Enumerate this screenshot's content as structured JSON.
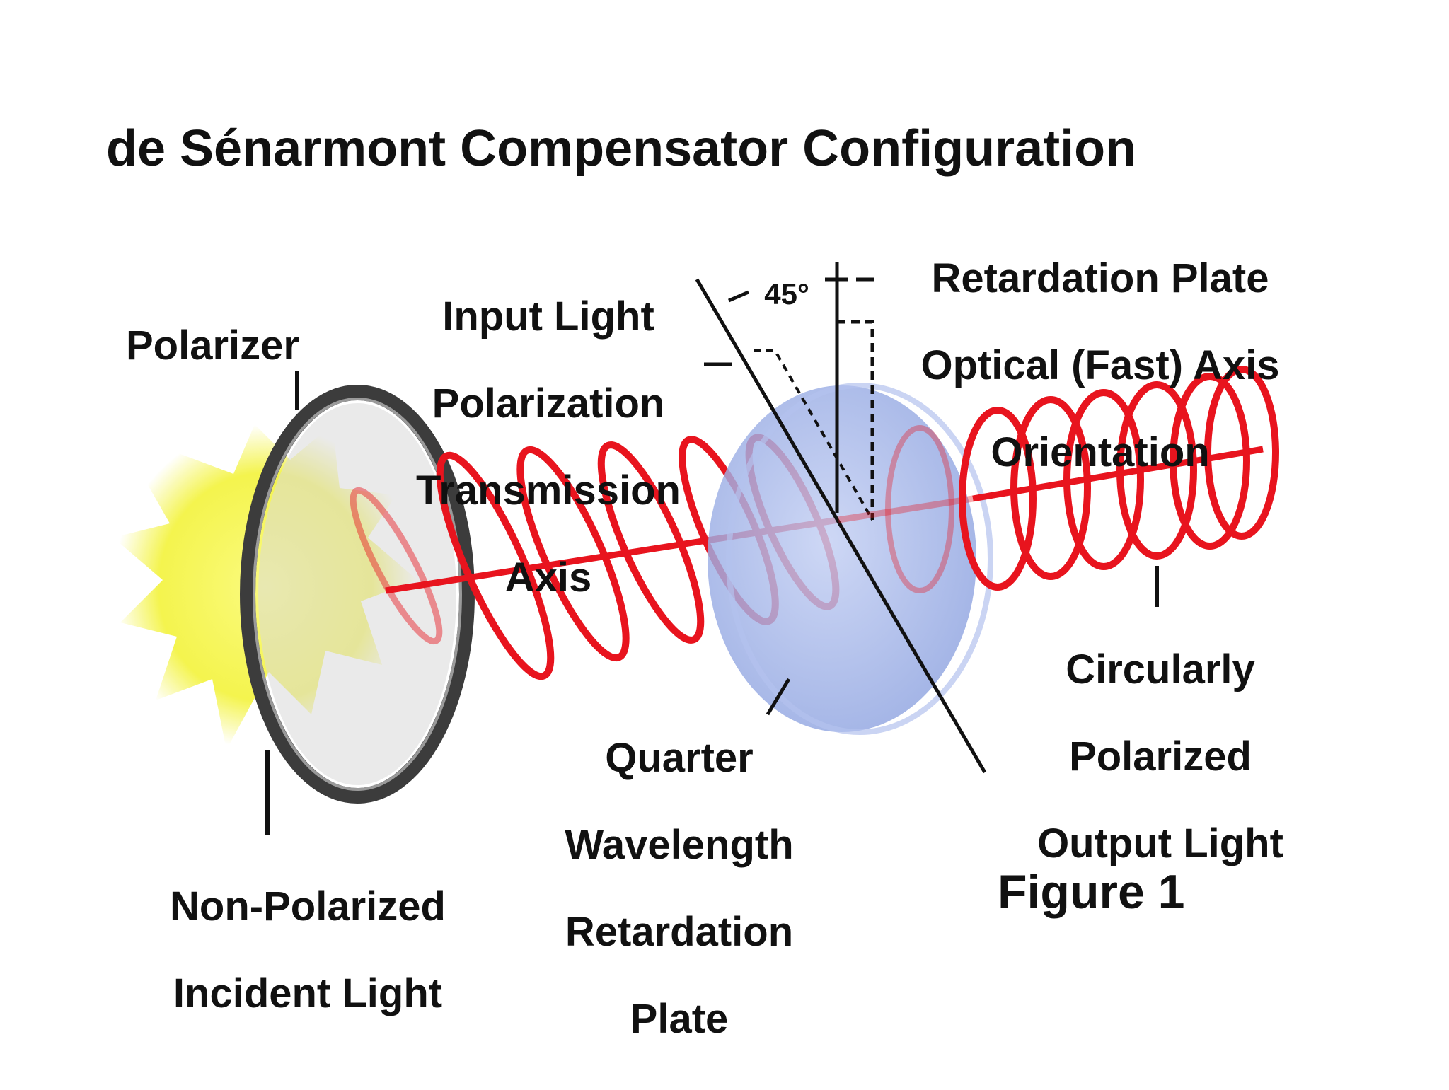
{
  "title": "de Sénarmont Compensator Configuration",
  "figure_label": "Figure 1",
  "labels": {
    "polarizer": "Polarizer",
    "input_axis": [
      "Input Light",
      "Polarization",
      "Transmission",
      "Axis"
    ],
    "retardation_axis": [
      "Retardation Plate",
      "Optical (Fast) Axis",
      "Orientation"
    ],
    "angle": "45°",
    "quarter_plate": [
      "Quarter",
      "Wavelength",
      "Retardation",
      "Plate"
    ],
    "circular_output": [
      "Circularly",
      "Polarized",
      "Output Light"
    ],
    "incident_light": [
      "Non-Polarized",
      "Incident Light"
    ]
  },
  "colors": {
    "light_wave": "#e8141e",
    "incident_glow": "#f2f230",
    "polarizer_rim": "#3c3c3c",
    "polarizer_lens": "#d8d8d8",
    "retarder_plate": "#9db0e6",
    "text": "#111111"
  }
}
